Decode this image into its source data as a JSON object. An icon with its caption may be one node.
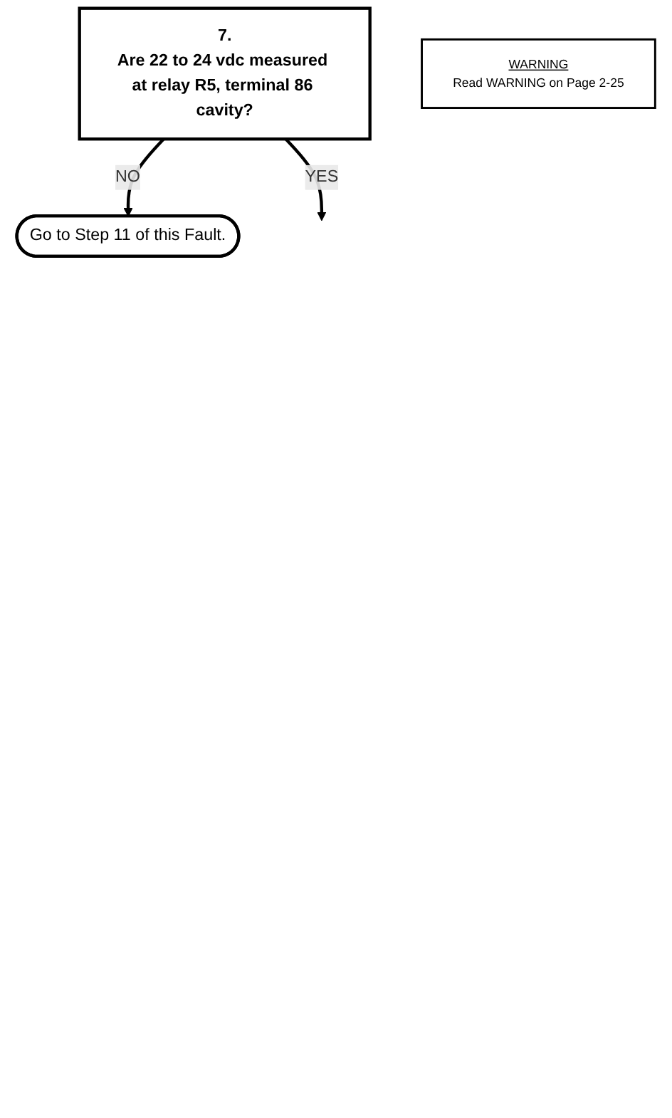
{
  "diagram": {
    "nodes": [
      {
        "text": [
          "7.",
          "Are 22 to 24 vdc measured at relay R5, terminal 86 cavity?"
        ]
      },
      {
        "text": [
          "WARNING",
          "Read WARNING on Page 2-25"
        ]
      },
      {
        "text": [
          "Go to Step 11 of this Fault."
        ]
      }
    ],
    "edges": [
      {
        "from": 0,
        "to": 2,
        "label": "NO",
        "arrow": "to"
      },
      {
        "from": 0,
        "to": null,
        "label": "YES",
        "arrow": "to"
      }
    ]
  }
}
